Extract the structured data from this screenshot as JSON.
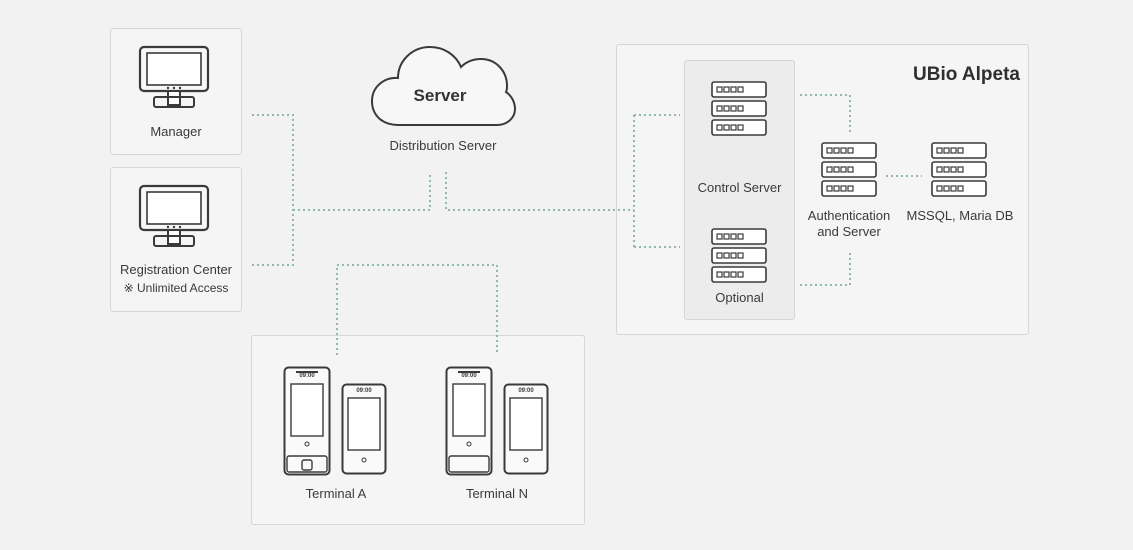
{
  "manager": {
    "label": "Manager"
  },
  "registration": {
    "label": "Registration Center",
    "note": "※ Unlimited Access"
  },
  "server_cloud": {
    "label": "Server",
    "caption": "Distribution Server"
  },
  "system": {
    "brand": "UBio Alpeta",
    "control_server": "Control Server",
    "optional": "Optional",
    "auth_server": [
      "Authentication",
      "and Server"
    ],
    "database": "MSSQL, Maria DB"
  },
  "terminals": [
    {
      "label": "Terminal A",
      "screen_text": "09:00"
    },
    {
      "label": "Terminal N",
      "screen_text": "09:00"
    }
  ],
  "colors": {
    "connector": "#8fb8b0",
    "background": "#f2f2f2",
    "panel": "#f5f5f5"
  }
}
